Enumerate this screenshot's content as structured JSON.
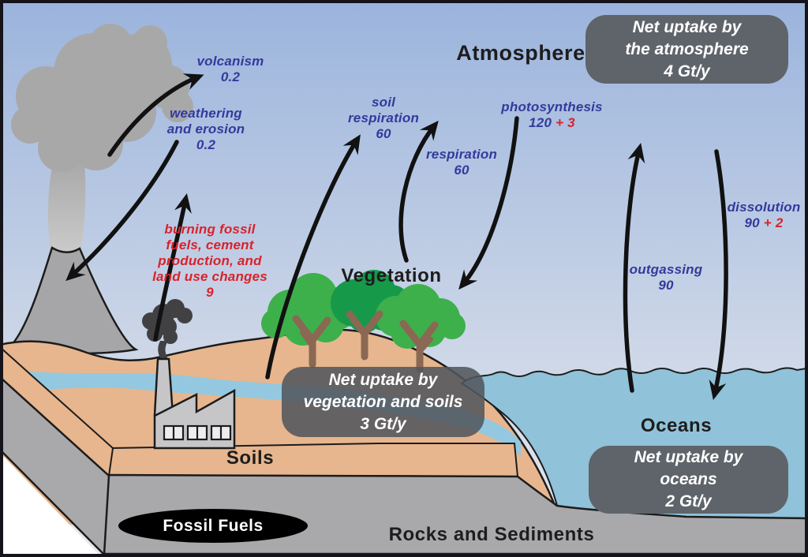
{
  "regions": {
    "atmosphere": "Atmosphere",
    "vegetation": "Vegetation",
    "soils": "Soils",
    "oceans": "Oceans",
    "rocks_and_sediments": "Rocks and Sediments",
    "fossil_fuels": "Fossil Fuels"
  },
  "net_uptake": {
    "atmosphere": {
      "line1": "Net uptake by",
      "line2": "the atmosphere",
      "line3": "4 Gt/y"
    },
    "vegetation_and_soils": {
      "line1": "Net uptake by",
      "line2": "vegetation and soils",
      "line3": "3 Gt/y"
    },
    "oceans": {
      "line1": "Net uptake by",
      "line2": "oceans",
      "line3": "2 Gt/y"
    }
  },
  "fluxes": {
    "volcanism": {
      "name": "volcanism",
      "value": "0.2"
    },
    "weathering": {
      "name_line1": "weathering",
      "name_line2": "and erosion",
      "value": "0.2"
    },
    "anthropogenic_emissions": {
      "name_line1": "burning fossil",
      "name_line2": "fuels, cement",
      "name_line3": "production, and",
      "name_line4": "land use changes",
      "value": "9"
    },
    "soil_respiration": {
      "name_line1": "soil",
      "name_line2": "respiration",
      "value": "60"
    },
    "respiration": {
      "name": "respiration",
      "value": "60"
    },
    "photosynthesis": {
      "name": "photosynthesis",
      "value_natural": "120",
      "value_added": "+ 3"
    },
    "outgassing": {
      "name": "outgassing",
      "value": "90"
    },
    "dissolution": {
      "name": "dissolution",
      "value_natural": "90",
      "value_added": "+ 2"
    }
  },
  "colors": {
    "flux_label_blue": "#333a9c",
    "flux_added_red": "#d8232c",
    "net_uptake_box_gray": "#5f646b",
    "sky_top": "#9bb4dd",
    "sky_bottom": "#e7eaf0",
    "ocean_blue": "#90c2d9",
    "soil_tan": "#e7b68e",
    "rock_gray": "#a9a9ab",
    "vegetation_green_light": "#3db04b",
    "vegetation_green_dark": "#17994a",
    "river_blue": "#93c8e0"
  }
}
